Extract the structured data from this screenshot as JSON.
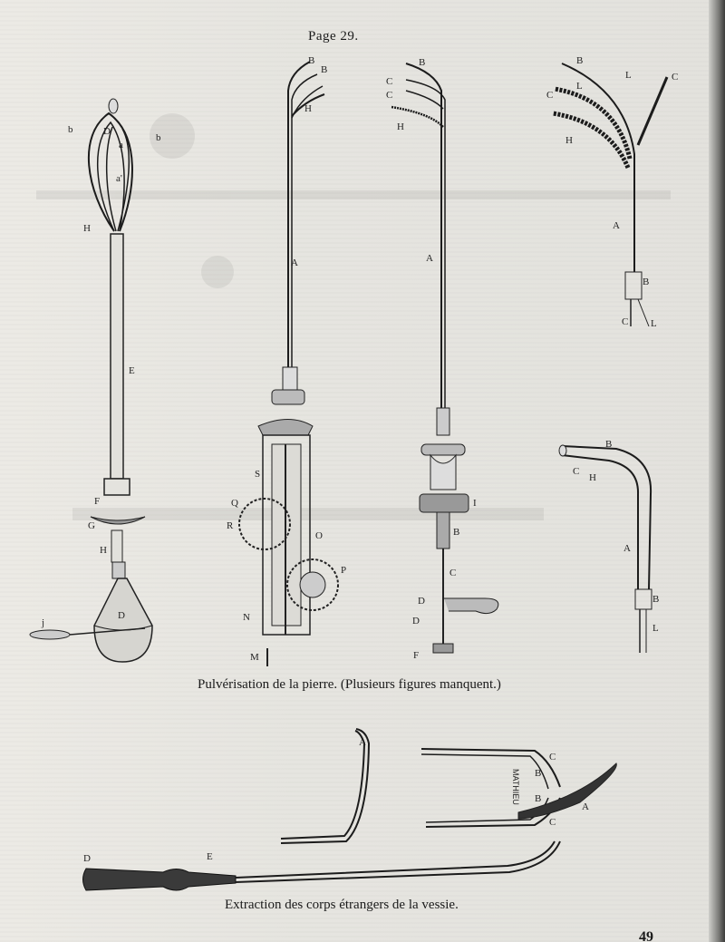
{
  "page": {
    "header": "Page 29.",
    "caption_top": "Pulvérisation de la pierre. (Plusieurs figures manquent.)",
    "caption_bottom": "Extraction des corps étrangers de la vessie.",
    "page_number": "49"
  },
  "figures": {
    "fig1": {
      "labels": [
        "D",
        "b",
        "b",
        "a",
        "a'",
        "H",
        "E",
        "F",
        "G",
        "H",
        "D",
        "j"
      ]
    },
    "fig2": {
      "labels": [
        "B",
        "B",
        "H",
        "A",
        "S",
        "Q",
        "R",
        "O",
        "P",
        "N",
        "M"
      ]
    },
    "fig3": {
      "labels": [
        "B",
        "C",
        "C",
        "H",
        "A",
        "I",
        "B",
        "C",
        "D",
        "D",
        "F"
      ]
    },
    "fig4": {
      "labels": [
        "B",
        "L",
        "C",
        "C",
        "L",
        "H",
        "A",
        "B",
        "C",
        "L"
      ]
    },
    "fig5": {
      "labels": [
        "B",
        "C",
        "H",
        "A",
        "B",
        "L"
      ]
    },
    "fig6": {
      "labels": [
        "A"
      ]
    },
    "fig7": {
      "labels": [
        "C",
        "B",
        "B",
        "C",
        "A"
      ],
      "engraving": "MATHIEU"
    },
    "fig8": {
      "labels": [
        "D",
        "E"
      ]
    }
  },
  "colors": {
    "ink": "#1c1c1c",
    "paper": "#e9e8e3"
  }
}
